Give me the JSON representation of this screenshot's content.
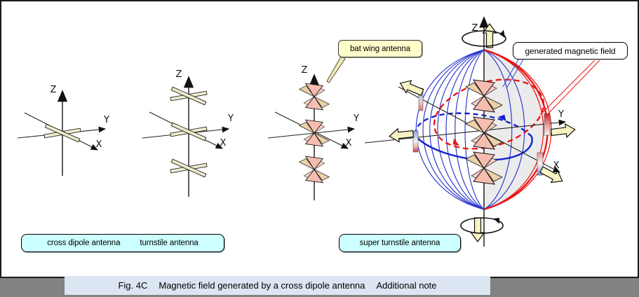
{
  "axes": {
    "z": "Z",
    "y": "Y",
    "x": "X"
  },
  "labels": {
    "cross_dipole": "cross dipole antenna",
    "turnstile": "turnstile antenna",
    "super_turnstile": "super turnstile antenna"
  },
  "callouts": {
    "bat_wing": "bat wing antenna",
    "generated_field": "generated magnetic field"
  },
  "caption": {
    "fig": "Fig. 4C",
    "title": "Magnetic field generated by a cross dipole antenna",
    "note": "Additional note"
  },
  "colors": {
    "field_blue": "#2936cc",
    "field_red": "#ee1111",
    "antenna_beige": "#eeeccb",
    "batwing_pink": "#f5bdb0",
    "batwing_tan": "#ecd0a8",
    "block_arrow": "#f7f3c2",
    "label_cyan": "#ccffff",
    "callout_yellow": "#ffffcc",
    "callout_white": "#ffffff",
    "caption_bg": "#dbe6f2",
    "bottom_bar_gray": "#828282",
    "sphere_shade": "#e9e9e9"
  }
}
